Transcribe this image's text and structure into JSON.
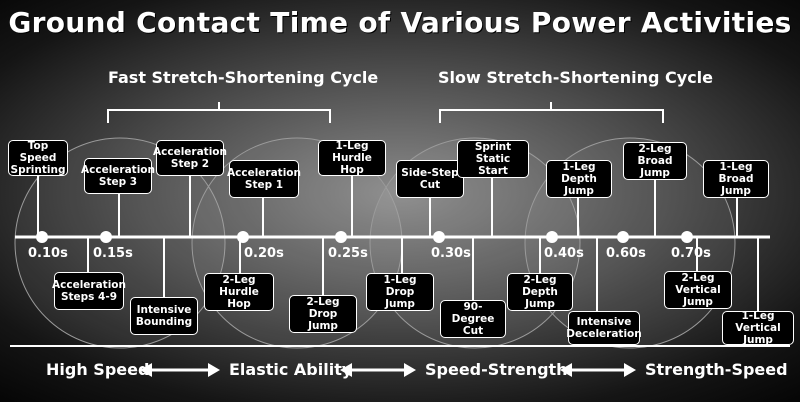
{
  "title": "Ground Contact Time of Various Power Activities",
  "phases": {
    "fast": "Fast Stretch-Shortening Cycle",
    "slow": "Slow Stretch-Shortening Cycle"
  },
  "ticks": [
    "0.10s",
    "0.15s",
    "0.20s",
    "0.25s",
    "0.30s",
    "0.40s",
    "0.60s",
    "0.70s"
  ],
  "activities": {
    "top_speed": "Top Speed Sprinting",
    "accel_step3": "Acceleration Step 3",
    "accel_step2": "Acceleration Step 2",
    "accel_step1": "Acceleration Step 1",
    "hurdle_hop": "1-Leg Hurdle Hop",
    "side_step": "Side-Step Cut",
    "sprint_start": "Sprint Static Start",
    "depth_1leg": "1-Leg Depth Jump",
    "broad_2leg": "2-Leg Broad Jump",
    "broad_1leg": "1-Leg Broad Jump",
    "accel_4_9": "Acceleration Steps 4-9",
    "intensive_bounding": "Intensive Bounding",
    "hurdle_2leg": "2-Leg Hurdle Hop",
    "drop_2leg": "2-Leg Drop Jump",
    "drop_1leg": "1-Leg Drop Jump",
    "cut_90": "90-Degree Cut",
    "depth_2leg": "2-Leg Depth Jump",
    "decel": "Intensive Deceleration",
    "vertical_2leg": "2-Leg Vertical Jump",
    "vertical_1leg": "1-Leg Vertical Jump"
  },
  "continuum": {
    "high_speed": "High Speed",
    "elastic": "Elastic Ability",
    "speed_strength": "Speed-Strength",
    "strength_speed": "Strength-Speed"
  }
}
